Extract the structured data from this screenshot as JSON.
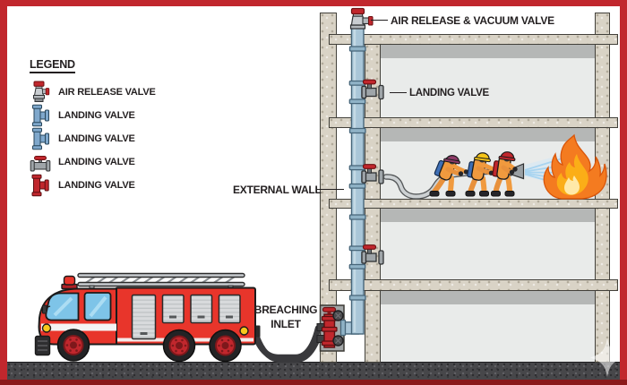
{
  "legend": {
    "title": "LEGEND",
    "items": [
      {
        "icon": "air-release-valve-icon",
        "label": "AIR RELEASE VALVE"
      },
      {
        "icon": "landing-valve-blue-icon",
        "label": "LANDING VALVE"
      },
      {
        "icon": "landing-valve-blue-icon",
        "label": "LANDING VALVE"
      },
      {
        "icon": "landing-valve-handwheel-icon",
        "label": "LANDING VALVE"
      },
      {
        "icon": "landing-valve-red-icon",
        "label": "LANDING VALVE"
      }
    ]
  },
  "callouts": {
    "air_release_vacuum_valve": "AIR RELEASE & VACUUM VALVE",
    "landing_valve": "LANDING VALVE",
    "external_wall": "EXTERNAL WALL",
    "breaching_inlet": "BREACHING INLET"
  },
  "colors": {
    "frame_red": "#C1272D",
    "frame_bottom": "#8B1A1B",
    "truck_red": "#E8352B",
    "valve_red": "#C1272D",
    "pipe_blue": "#A9C6D8",
    "pipe_collar": "#8FB2C6",
    "metal_gray": "#9FA5A9",
    "concrete": "#D9D3C6",
    "room_wall": "#E9EBEA",
    "ceiling_shadow": "#B5B7B6",
    "asphalt": "#47474A",
    "fire_outer": "#F47B20",
    "fire_mid": "#FBAE17",
    "fire_inner": "#FFE9A8",
    "water_blue": "#A8D4F0",
    "glass_blue": "#7EC4E8",
    "ink": "#231F20"
  }
}
